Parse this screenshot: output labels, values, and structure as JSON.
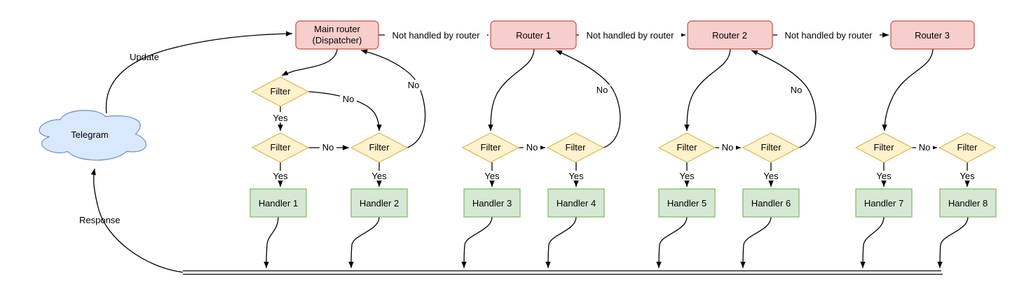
{
  "diagram": {
    "cloud": {
      "label": "Telegram"
    },
    "routers": [
      {
        "line1": "Main router",
        "line2": "(Dispatcher)"
      },
      {
        "label": "Router 1"
      },
      {
        "label": "Router 2"
      },
      {
        "label": "Router 3"
      }
    ],
    "filter_label": "Filter",
    "handlers": [
      "Handler 1",
      "Handler 2",
      "Handler 3",
      "Handler 4",
      "Handler 5",
      "Handler 6",
      "Handler 7",
      "Handler 8"
    ],
    "edge_labels": {
      "update": "Update",
      "response": "Response",
      "not_handled": "Not handled by router",
      "yes": "Yes",
      "no": "No"
    },
    "colors": {
      "router_fill": "#f8cecc",
      "router_stroke": "#b85450",
      "filter_fill": "#fff2cc",
      "filter_stroke": "#d6b656",
      "handler_fill": "#d5e8d4",
      "handler_stroke": "#82b366",
      "cloud_fill": "#dae8fc",
      "cloud_stroke": "#6c8ebf",
      "edge_stroke": "#000000",
      "text": "#000000"
    }
  }
}
